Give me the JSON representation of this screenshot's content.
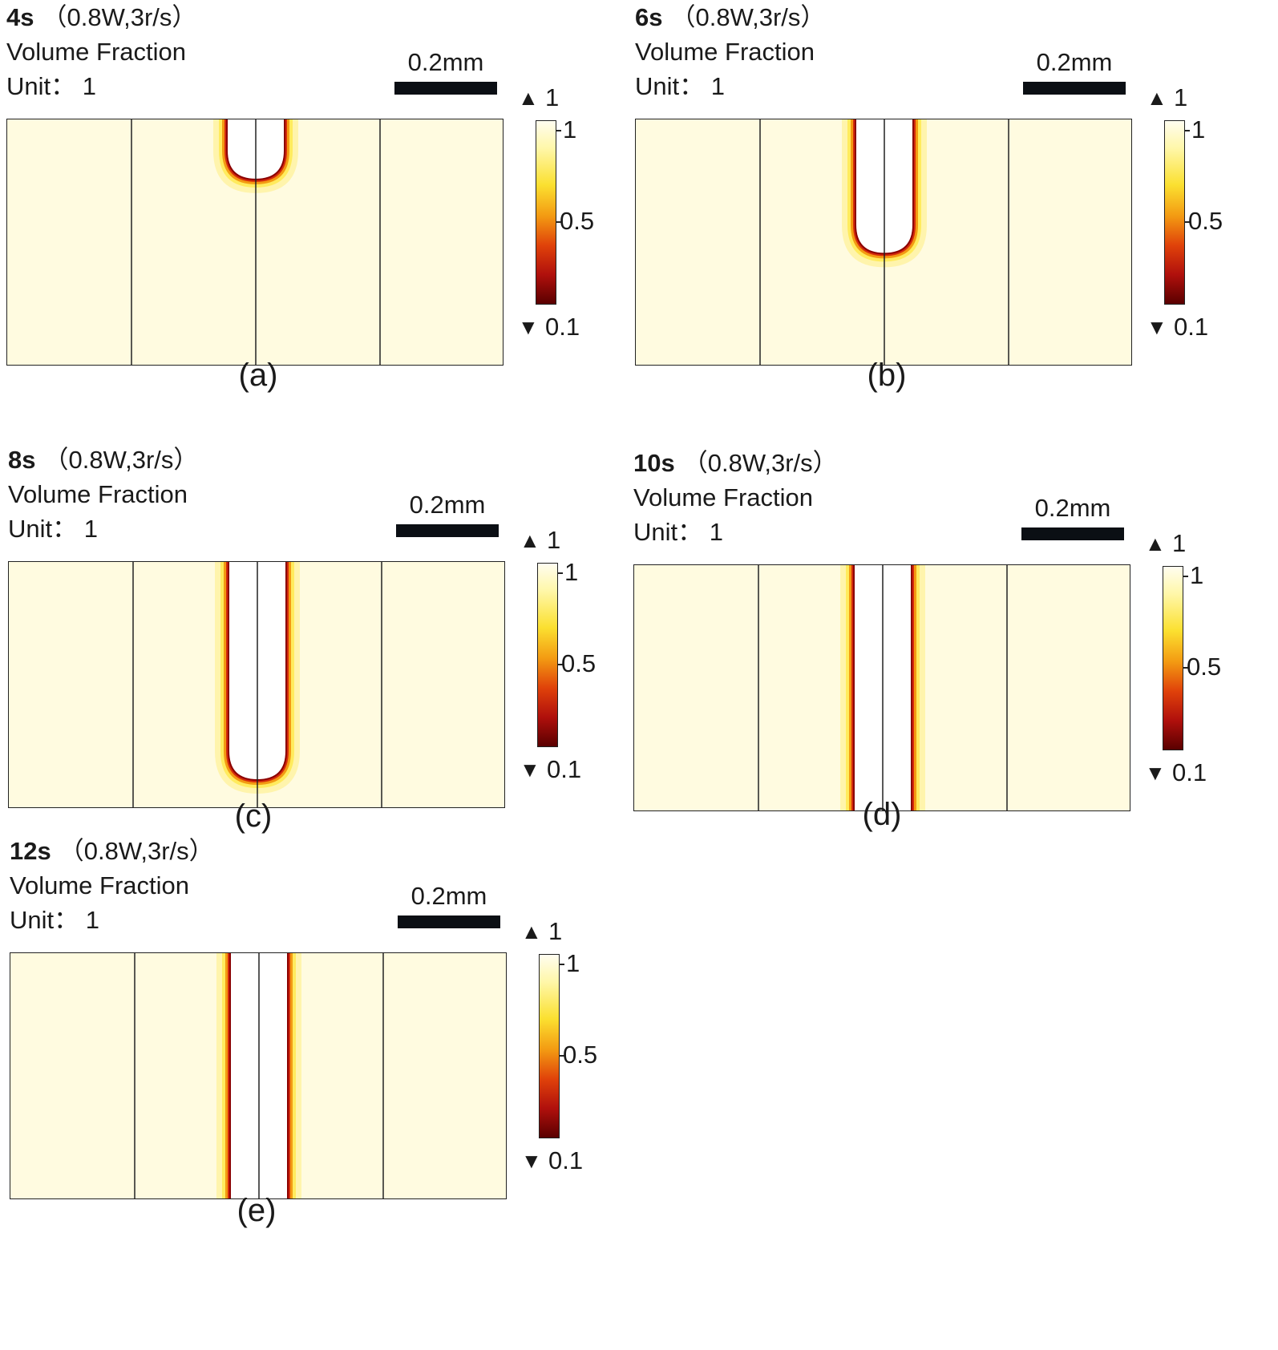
{
  "panels": [
    {
      "key": "a",
      "time": "4s",
      "params": "（0.8W,3r/s）",
      "quantity": "Volume Fraction",
      "unit": "Unit： 1",
      "scale_label": "0.2mm",
      "cb_max_arrow": "1",
      "cb_top": "1",
      "cb_mid": "0.5",
      "cb_min_arrow": "0.1",
      "caption": "(a)",
      "cavity": "u",
      "depth": 0.24
    },
    {
      "key": "b",
      "time": "6s",
      "params": "（0.8W,3r/s）",
      "quantity": "Volume Fraction",
      "unit": "Unit： 1",
      "scale_label": "0.2mm",
      "cb_max_arrow": "1",
      "cb_top": "1",
      "cb_mid": "0.5",
      "cb_min_arrow": "0.1",
      "caption": "(b)",
      "cavity": "u",
      "depth": 0.54
    },
    {
      "key": "c",
      "time": "8s",
      "params": "（0.8W,3r/s）",
      "quantity": "Volume Fraction",
      "unit": "Unit： 1",
      "scale_label": "0.2mm",
      "cb_max_arrow": "1",
      "cb_top": "1",
      "cb_mid": "0.5",
      "cb_min_arrow": "0.1",
      "caption": "(c)",
      "cavity": "u",
      "depth": 0.88
    },
    {
      "key": "d",
      "time": "10s",
      "params": "（0.8W,3r/s）",
      "quantity": "Volume Fraction",
      "unit": "Unit： 1",
      "scale_label": "0.2mm",
      "cb_max_arrow": "1",
      "cb_top": "1",
      "cb_mid": "0.5",
      "cb_min_arrow": "0.1",
      "caption": "(d)",
      "cavity": "through",
      "depth": 1.0
    },
    {
      "key": "e",
      "time": "12s",
      "params": "（0.8W,3r/s）",
      "quantity": "Volume Fraction",
      "unit": "Unit： 1",
      "scale_label": "0.2mm",
      "cb_max_arrow": "1",
      "cb_top": "1",
      "cb_mid": "0.5",
      "cb_min_arrow": "0.1",
      "caption": "(e)",
      "cavity": "through",
      "depth": 1.0
    }
  ],
  "colors": {
    "material": "#fffbe0",
    "cavity": "#ffffff",
    "edge_dark": "#8b0000",
    "edge_red": "#d42a0c",
    "edge_orange": "#f39a12",
    "edge_yellow": "#ffe94a",
    "line": "#222222"
  }
}
